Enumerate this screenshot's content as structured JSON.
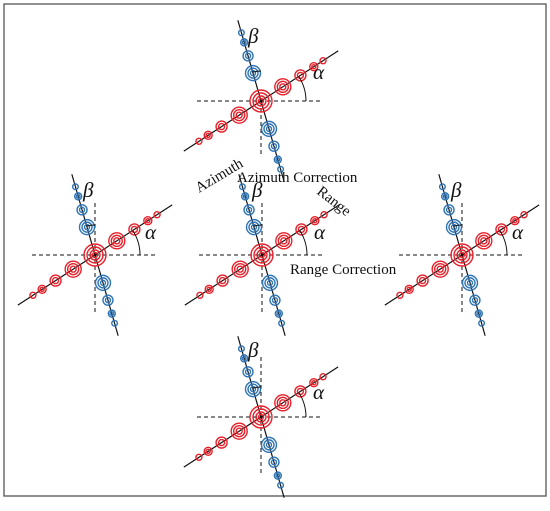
{
  "symbols": {
    "alpha": "α",
    "beta": "β"
  },
  "labels": {
    "azimuth": "Azimuth",
    "range": "Range",
    "azimuth_correction": "Azimuth Correction",
    "range_correction": "Range Correction"
  },
  "panels": [
    {
      "id": "top"
    },
    {
      "id": "left"
    },
    {
      "id": "center"
    },
    {
      "id": "right"
    },
    {
      "id": "bottom"
    }
  ],
  "colors": {
    "frame": "#555555",
    "line": "#111111",
    "range_series": "#e8202a",
    "azimuth_series": "#2f74b5"
  }
}
